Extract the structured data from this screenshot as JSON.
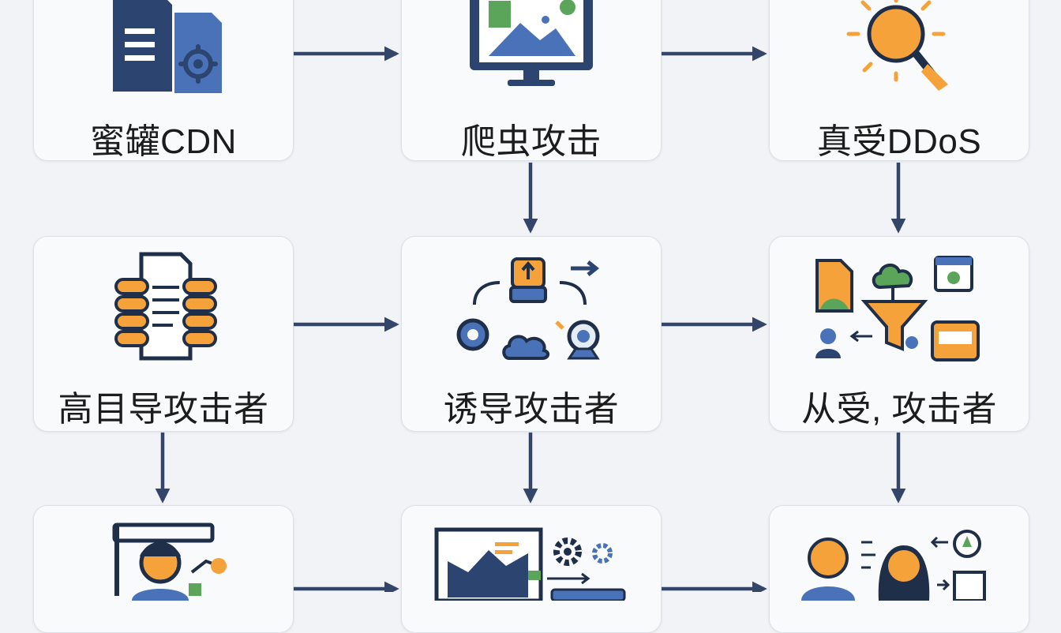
{
  "nodes": [
    {
      "id": "honeypot-cdn",
      "label": "蜜罐CDN",
      "icon": "document-gear-icon"
    },
    {
      "id": "crawler-attack",
      "label": "爬虫攻击",
      "icon": "monitor-image-icon"
    },
    {
      "id": "real-ddos",
      "label": "真受DDoS",
      "icon": "sun-magnifier-icon"
    },
    {
      "id": "high-target",
      "label": "高目导攻击者",
      "icon": "hands-document-icon"
    },
    {
      "id": "lure-attacker",
      "label": "诱导攻击者",
      "icon": "workflow-network-icon"
    },
    {
      "id": "passive-attacker",
      "label": "从受, 攻击者",
      "icon": "data-filter-flow-icon"
    },
    {
      "id": "bottom-left",
      "label": "",
      "icon": "user-calendar-icon"
    },
    {
      "id": "bottom-middle",
      "label": "",
      "icon": "chart-gears-icon"
    },
    {
      "id": "bottom-right",
      "label": "",
      "icon": "people-bulb-icon"
    }
  ],
  "colors": {
    "navy": "#2c4470",
    "blue": "#4a72b8",
    "orange": "#f5a23a",
    "green": "#5aa55a",
    "arrow": "#33466a"
  }
}
